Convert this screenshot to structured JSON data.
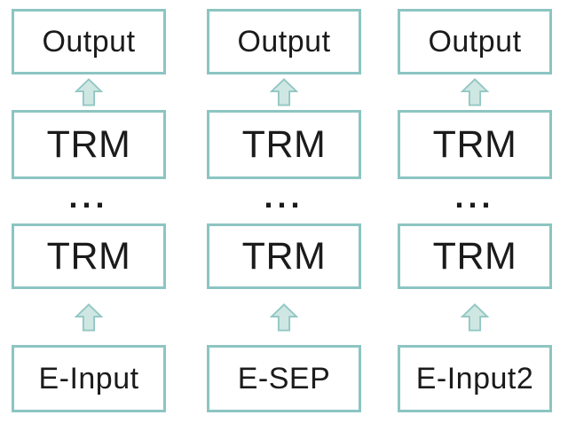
{
  "diagram": {
    "columns": [
      {
        "output_label": "Output",
        "trm_upper_label": "TRM",
        "ellipsis": "...",
        "trm_lower_label": "TRM",
        "input_label": "E-Input"
      },
      {
        "output_label": "Output",
        "trm_upper_label": "TRM",
        "ellipsis": "...",
        "trm_lower_label": "TRM",
        "input_label": "E-SEP"
      },
      {
        "output_label": "Output",
        "trm_upper_label": "TRM",
        "ellipsis": "...",
        "trm_lower_label": "TRM",
        "input_label": "E-Input2"
      }
    ],
    "icons": {
      "up_arrow": "up-block-arrow"
    },
    "colors": {
      "box_border": "#8cc5c2",
      "arrow_fill": "#cfe7e3",
      "arrow_stroke": "#92c7c3",
      "text": "#1b1b1b",
      "background": "#ffffff"
    }
  }
}
